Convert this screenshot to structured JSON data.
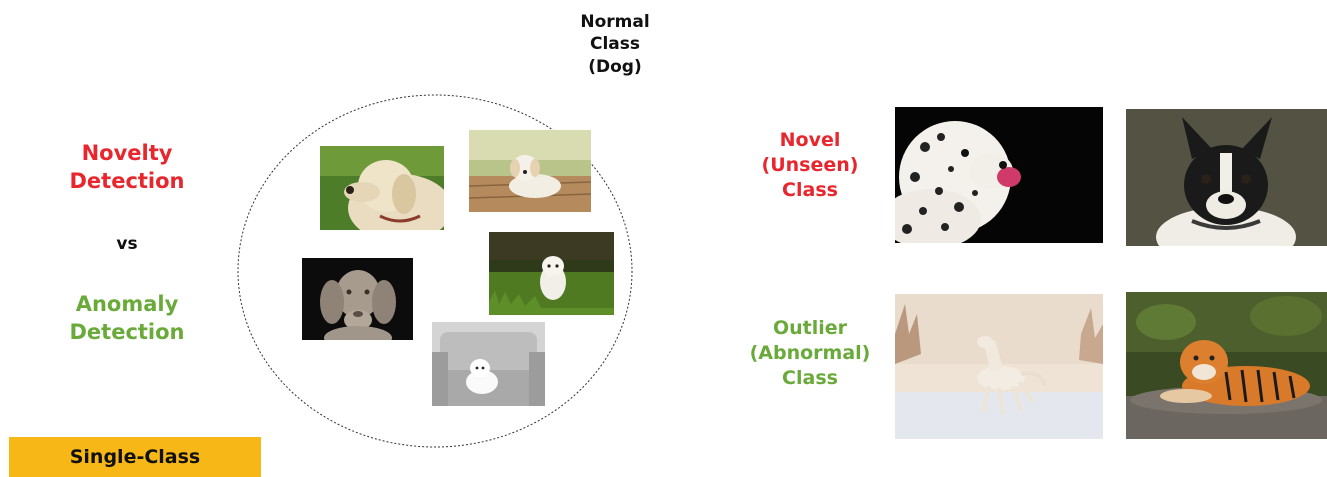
{
  "left": {
    "novelty": [
      "Novelty",
      "Detection"
    ],
    "vs": "vs",
    "anomaly": [
      "Anomaly",
      "Detection"
    ]
  },
  "normal_class": [
    "Normal",
    "Class",
    "(Dog)"
  ],
  "novel_class": [
    "Novel",
    "(Unseen)",
    "Class"
  ],
  "outlier_class": [
    "Outlier",
    "(Abnormal)",
    "Class"
  ],
  "badge": "Single-Class",
  "colors": {
    "novelty": "#e8262e",
    "anomaly": "#6aaa3a",
    "badge": "#f7b817"
  },
  "photos": {
    "normal": [
      "golden-retriever-photo",
      "white-puppy-on-deck-photo",
      "weimaraner-photo",
      "white-puppy-in-grass-photo",
      "white-puppy-on-sofa-photo"
    ],
    "novel": [
      "dalmatian-photo",
      "boston-terrier-photo"
    ],
    "outlier": [
      "white-horse-photo",
      "tiger-photo"
    ]
  }
}
